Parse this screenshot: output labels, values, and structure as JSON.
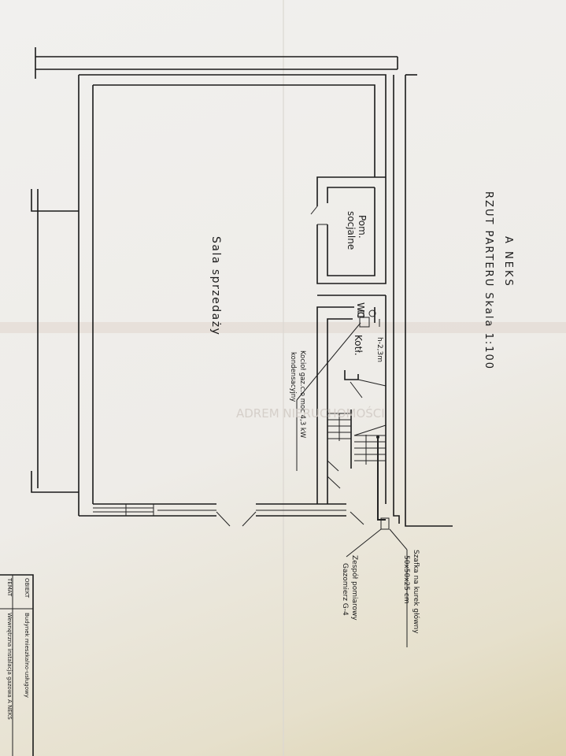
{
  "title": {
    "line1": "A NEKS",
    "line2": "RZUT PARTERU  Skala 1:100"
  },
  "rooms": {
    "sales_hall": "Sala sprzedaży",
    "social_room_1": "Pom.",
    "social_room_2": "socjalne",
    "wc": "WC",
    "boiler_room": "Kotł."
  },
  "annotations": {
    "height": "h-2,3m",
    "boiler_1": "Kocioł gaz.c.o moc 4,3 kW",
    "boiler_2": "kondensacyjny",
    "cabinet_1": "Szafka na kurek główny",
    "cabinet_2": "50x50x25 cm",
    "meter_1": "Zespół pomiarowy",
    "meter_2": "Gazomierz G-4"
  },
  "title_block": {
    "object_label": "OBIEKT",
    "object_value": "Budynek mieszkalno-usługowy",
    "topic_label": "TEMAT",
    "topic_value": "Wewnętrzna instalacja gazowa  A NEKS"
  },
  "watermark": "ADREM NIERUCHOMOŚCI"
}
